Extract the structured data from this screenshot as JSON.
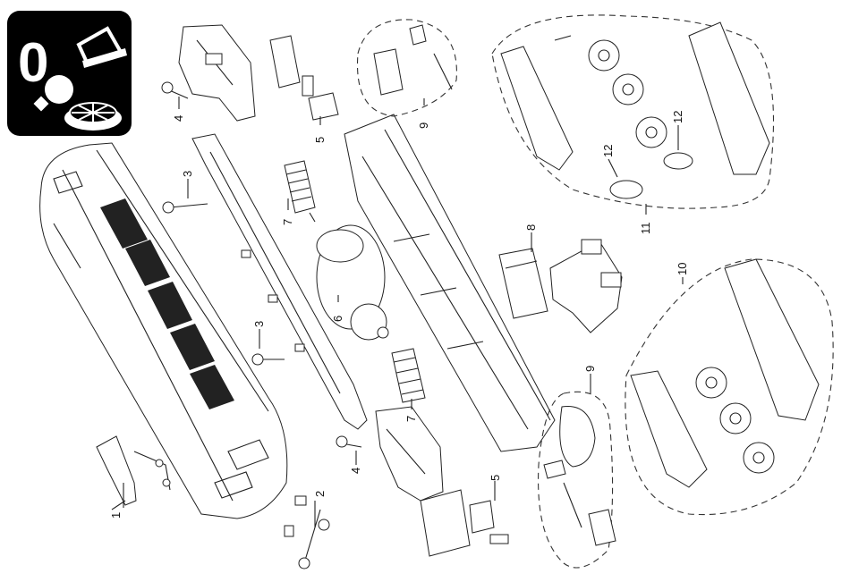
{
  "badge": {
    "main_label": "0",
    "icons": [
      "cleaning-cloth-icon",
      "bulb-icon",
      "traction-tire-wheel-icon"
    ]
  },
  "part_numbers": {
    "p1": "1",
    "p2": "2",
    "p3a": "3",
    "p3b": "3",
    "p4a": "4",
    "p4b": "4",
    "p5a": "5",
    "p5b": "5",
    "p6": "6",
    "p7a": "7",
    "p7b": "7",
    "p8": "8",
    "p9a": "9",
    "p9b": "9",
    "p10": "10",
    "p11": "11",
    "p12a": "12",
    "p12b": "12"
  },
  "colors": {
    "ink": "#222222",
    "badge_bg": "#000000",
    "paper": "#ffffff"
  }
}
